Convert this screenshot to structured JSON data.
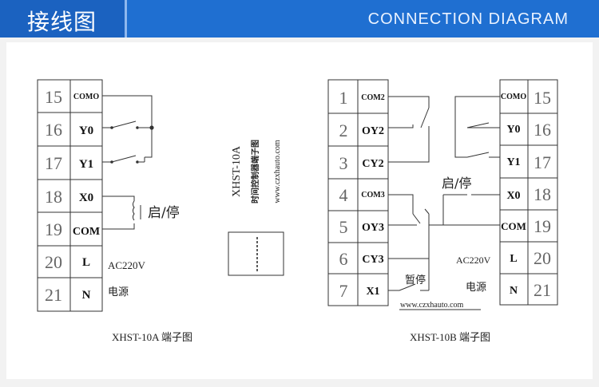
{
  "header": {
    "title_cn": "接线图",
    "title_en": "CONNECTION DIAGRAM"
  },
  "diagram_a": {
    "numbers": [
      "15",
      "16",
      "17",
      "18",
      "19",
      "20",
      "21"
    ],
    "labels": [
      "COMO",
      "Y0",
      "Y1",
      "X0",
      "COM",
      "L",
      "N"
    ],
    "start_stop": "启/停",
    "power_voltage": "AC220V",
    "power_label": "电源",
    "caption": "XHST-10A 端子图"
  },
  "center": {
    "model": "XHST-10A",
    "subtitle": "时间控制器端子图",
    "url": "www.czxhauto.com"
  },
  "diagram_b": {
    "left_numbers": [
      "1",
      "2",
      "3",
      "4",
      "5",
      "6",
      "7"
    ],
    "left_labels": [
      "COM2",
      "OY2",
      "CY2",
      "COM3",
      "OY3",
      "CY3",
      "X1"
    ],
    "right_labels": [
      "COMO",
      "Y0",
      "Y1",
      "X0",
      "COM",
      "L",
      "N"
    ],
    "right_numbers": [
      "15",
      "16",
      "17",
      "18",
      "19",
      "20",
      "21"
    ],
    "start_stop": "启/停",
    "pause": "暂停",
    "power_voltage": "AC220V",
    "power_label": "电源",
    "url": "www.czxhauto.com",
    "caption": "XHST-10B 端子图"
  }
}
